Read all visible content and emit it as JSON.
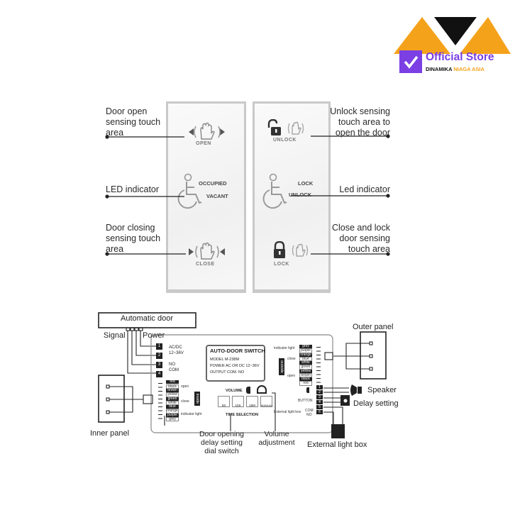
{
  "brand": {
    "store_label": "Official Store",
    "company_part1": "DINAMIKA",
    "company_part2": "NIAGA ASIA",
    "colors": {
      "orange": "#F5A21B",
      "purple": "#7B3FE4",
      "black": "#111111"
    }
  },
  "panels": {
    "left": {
      "open_label": "OPEN",
      "occupied_label": "OCCUPIED",
      "vacant_label": "VACANT",
      "close_label": "CLOSE"
    },
    "right": {
      "unlock_label": "UNLOCK",
      "lock_label": "LOCK",
      "led_unlock_label": "UNLOCK",
      "lock_bottom_label": "LOCK"
    }
  },
  "callouts": {
    "door_open": [
      "Door open",
      "sensing touch",
      "area"
    ],
    "led_indicator_left": [
      "LED indicator"
    ],
    "door_closing": [
      "Door closing",
      "sensing touch",
      "area"
    ],
    "unlock_sensing": [
      "Unlock sensing",
      "touch area to",
      "open the door"
    ],
    "led_indicator_right": [
      "Led indicator"
    ],
    "close_lock": [
      "Close and lock",
      "door sensing",
      "touch area"
    ]
  },
  "wiring": {
    "automatic_door": "Automatic door",
    "signal": "Signal",
    "power": "Power",
    "ac_dc": "AC/DC",
    "voltage": "12~36V",
    "no": "NO",
    "com": "COM",
    "terminals_left": [
      "1",
      "2",
      "3",
      "4"
    ],
    "controller": {
      "title": "AUTO-DOOR SWITCH",
      "model": "MODEL  M-238M",
      "power": "POWER  AC OR DC 12~36V",
      "output": "OUTPUT  COM. NO",
      "volume": "VOLUME",
      "time_selection": "TIME SELECTION",
      "dip_labels": [
        "5S",
        "10S",
        "15M",
        "MANUAL"
      ],
      "inside_tag": "inside",
      "outside_tag": "outside",
      "inner_wires": [
        "red",
        "black",
        "brown",
        "yellow",
        "green",
        "white",
        "blue",
        "orange",
        "purple",
        "grey"
      ],
      "inner_groups": [
        "open",
        "close",
        "indicator light"
      ],
      "outer_wires": [
        "grey",
        "purple",
        "orange",
        "blue",
        "white",
        "green",
        "yellow",
        "brown",
        "black",
        "red"
      ],
      "outer_groups": [
        "indicator light",
        "close",
        "open"
      ],
      "right_terminals": [
        "1",
        "2",
        "3",
        "4",
        "5",
        "6"
      ],
      "button_label": "BUTTON",
      "com_label": "COM",
      "no_label": "NO",
      "ext_light_label": "External light box"
    },
    "outer_panel": "Outer panel",
    "inner_panel": "Inner panel",
    "speaker": "Speaker",
    "delay_setting": "Delay setting",
    "external_light_box": "External light box",
    "dial_switch": [
      "Door opening",
      "delay setting",
      "dial switch"
    ],
    "volume_adjustment": [
      "Volume",
      "adjustment"
    ]
  }
}
